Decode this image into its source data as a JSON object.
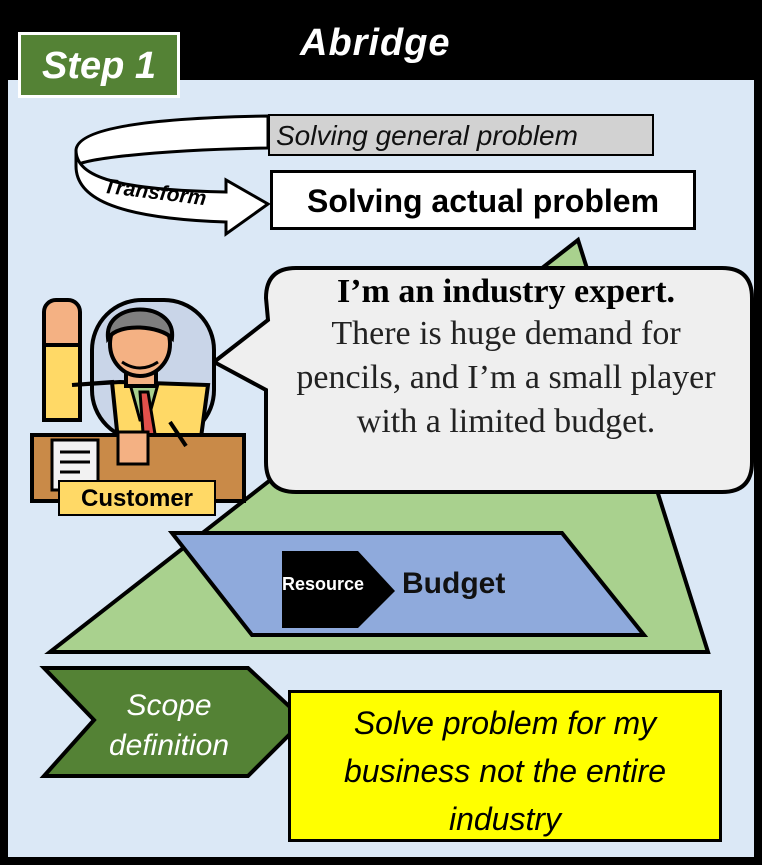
{
  "header": {
    "title": "Abridge",
    "step_label": "Step 1"
  },
  "transform": {
    "general_problem": "Solving general problem",
    "arrow_label": "Transform",
    "actual_problem": "Solving actual problem"
  },
  "speech": {
    "headline": "I’m an industry expert.",
    "body": "There is huge demand for pencils, and I’m a small player with a limited budget."
  },
  "customer": {
    "label": "Customer",
    "icon": "businessman-at-desk-icon"
  },
  "resource": {
    "tag": "Resource",
    "value": "Budget"
  },
  "scope": {
    "label": "Scope definition",
    "statement": "Solve problem for my business not the entire industry"
  },
  "colors": {
    "background": "#dbe8f6",
    "header": "#000000",
    "step_badge": "#548235",
    "pyramid": "#a9d18e",
    "resource_band": "#8faadc",
    "scope_arrow": "#548235",
    "statement_box": "#ffff00",
    "customer_label": "#ffd966"
  }
}
